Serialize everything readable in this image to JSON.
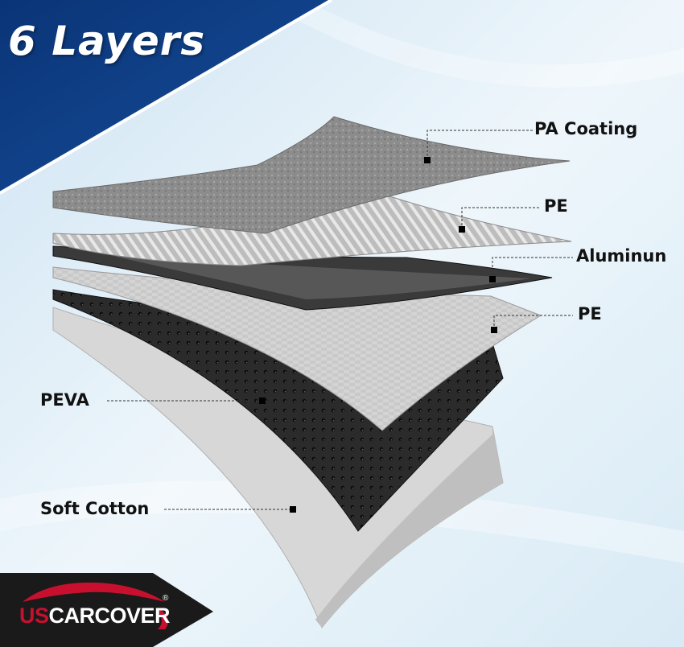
{
  "title": "6 Layers",
  "layers": [
    {
      "label": "PA Coating",
      "color": "#8f8f8f"
    },
    {
      "label": "PE",
      "color": "#b5b5b5"
    },
    {
      "label": "Aluminun",
      "color": "#2e2e2e"
    },
    {
      "label": "PE",
      "color": "#c8c8c8"
    },
    {
      "label": "PEVA",
      "color": "#262626"
    },
    {
      "label": "Soft Cotton",
      "color": "#d7d7d7"
    }
  ],
  "brand": {
    "us": "US",
    "car": "CAR",
    "cover": "COVER",
    "registered": "®"
  },
  "colors": {
    "banner": "#0d3f86",
    "background": "#e3f0f8",
    "brand_red": "#c8102e",
    "logo_box": "#1a1a1a"
  }
}
